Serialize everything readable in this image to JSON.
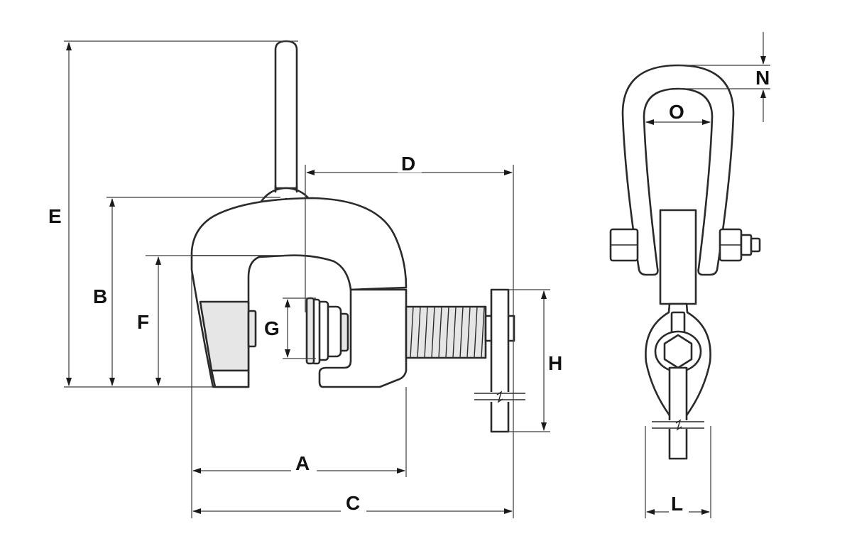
{
  "labels": {
    "A": "A",
    "B": "B",
    "C": "C",
    "D": "D",
    "E": "E",
    "F": "F",
    "G": "G",
    "H": "H",
    "L": "L",
    "N": "N",
    "O": "O"
  }
}
